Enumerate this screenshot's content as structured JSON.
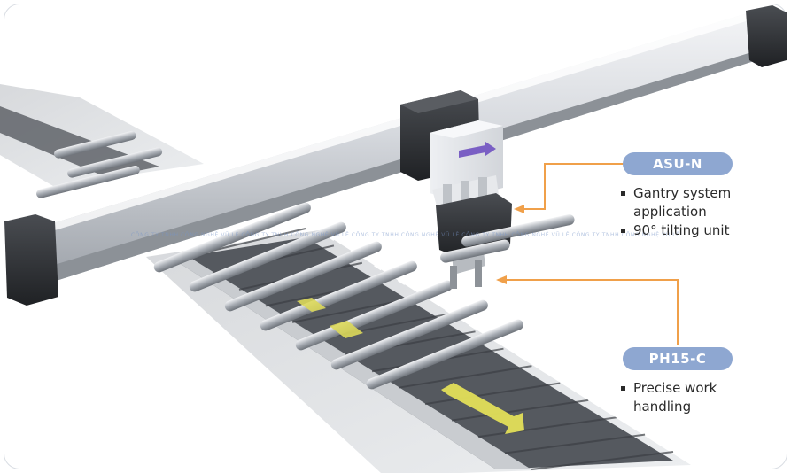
{
  "callouts": [
    {
      "label": "ASU-N",
      "items": [
        "Gantry system application",
        "90° tilting unit"
      ]
    },
    {
      "label": "PH15-C",
      "items": [
        "Precise work handling"
      ]
    }
  ],
  "watermark": "CÔNG TY TNHH CÔNG NGHỆ VŨ LÊ CÔNG TY TNHH CÔNG NGHỆ VŨ LÊ CÔNG TY TNHH CÔNG NGHỆ VŨ LÊ CÔNG TY TNHH CÔNG NGHỆ VŨ LÊ CÔNG TY TNHH CÔNG NGHỆ VŨ LÊ",
  "colors": {
    "callout_line": "#f0a04a",
    "tag_fill": "#8ea7d1",
    "arrow_module": "#7a5fc4",
    "arrow_conveyor": "#e6e25a"
  }
}
